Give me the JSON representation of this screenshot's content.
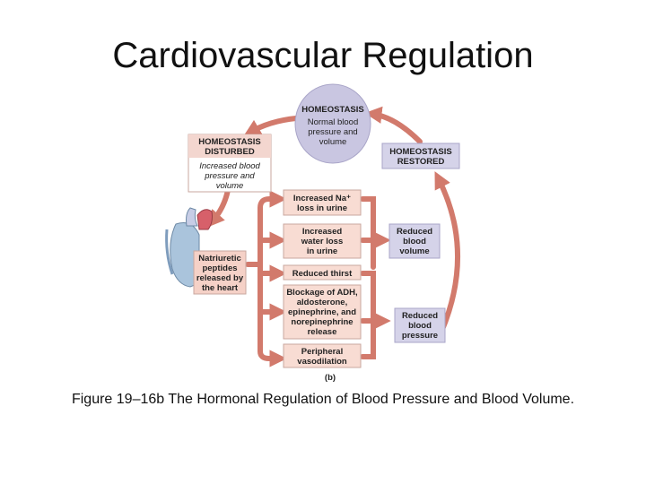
{
  "title": "Cardiovascular Regulation",
  "caption": "Figure 19–16b The Hormonal Regulation of Blood Pressure and Blood Volume.",
  "diagram": {
    "panel_label": "(b)",
    "homeostasis": {
      "heading": "HOMEOSTASIS",
      "lines": [
        "Normal blood",
        "pressure and",
        "volume"
      ]
    },
    "disturbed": {
      "heading_lines": [
        "HOMEOSTASIS",
        "DISTURBED"
      ],
      "lines": [
        "Increased blood",
        "pressure and",
        "volume"
      ]
    },
    "restored": {
      "heading_lines": [
        "HOMEOSTASIS",
        "RESTORED"
      ]
    },
    "heart_label": {
      "lines": [
        "Natriuretic",
        "peptides",
        "released by",
        "the heart"
      ]
    },
    "effects": [
      {
        "lines": [
          "Increased Na⁺",
          "loss in urine"
        ]
      },
      {
        "lines": [
          "Increased",
          "water loss",
          "in urine"
        ]
      },
      {
        "lines": [
          "Reduced thirst"
        ]
      },
      {
        "lines": [
          "Blockage of ADH,",
          "aldosterone,",
          "epinephrine, and",
          "norepinephrine",
          "release"
        ]
      },
      {
        "lines": [
          "Peripheral",
          "vasodilation"
        ]
      }
    ],
    "outcomes": [
      {
        "lines": [
          "Reduced",
          "blood",
          "volume"
        ]
      },
      {
        "lines": [
          "Reduced",
          "blood",
          "pressure"
        ]
      }
    ],
    "colors": {
      "arrow": "#d27a6c",
      "effect_box": "#f8dcd3",
      "box_border": "#c9a79f",
      "homeostasis_circle": "#c9c6e1",
      "outcome_box": "#d5d3e9",
      "heart_label_box": "#f5d1c7"
    }
  }
}
